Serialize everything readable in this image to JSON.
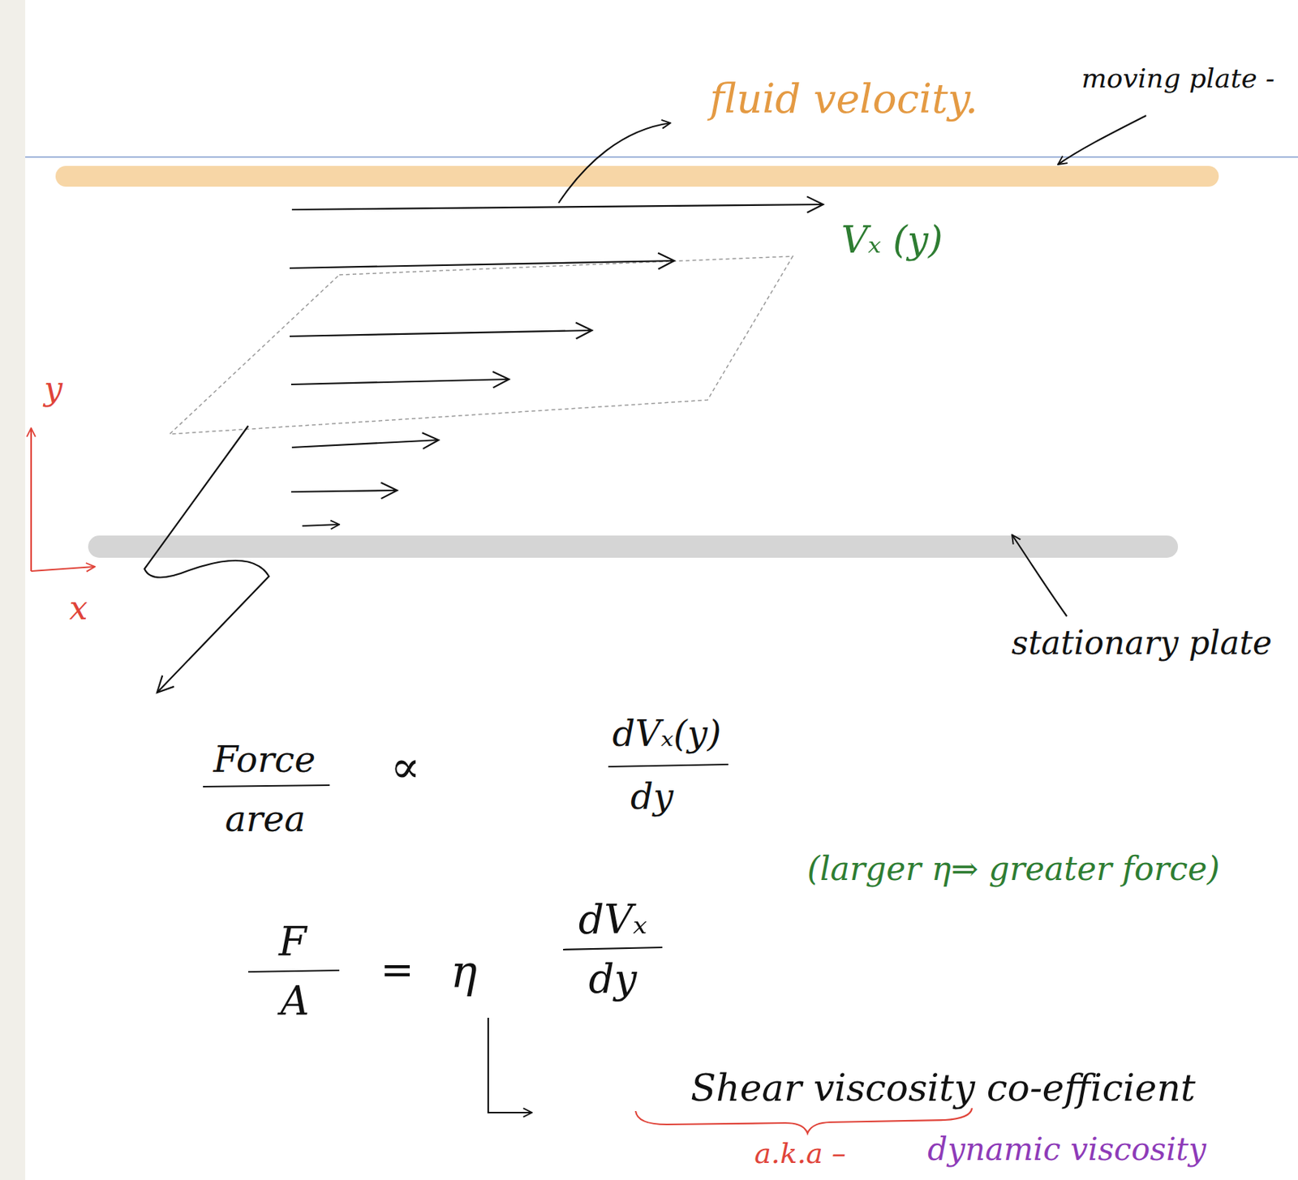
{
  "diagram": {
    "labels": [
      "fluid velocity.",
      "moving plate -",
      "Vₓ (y)",
      "y",
      "x",
      "stationary plate",
      "Force",
      "area",
      "∝",
      "dVₓ(y)",
      "dy",
      "F",
      "A",
      "=",
      "η",
      "dVₓ",
      "dy",
      "(larger η⇒ greater force)",
      "Shear viscosity co-efficient",
      "a.k.a –",
      "dynamic viscosity"
    ]
  }
}
